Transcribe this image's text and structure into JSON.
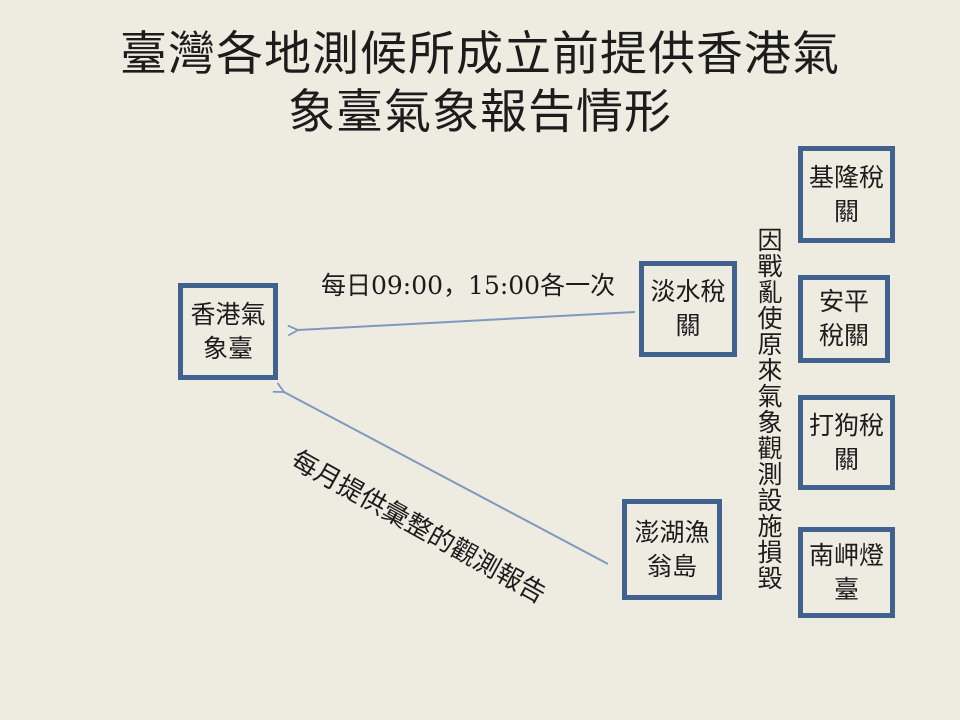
{
  "slide": {
    "title": {
      "line1": "臺灣各地測候所成立前提供香港氣",
      "line2": "象臺氣象報告情形"
    },
    "colors": {
      "background": "#EEEBE1",
      "box_border": "#41618E",
      "arrow": "#7D99BE",
      "text": "#1C1C1C"
    }
  },
  "nodes": {
    "hongkong": {
      "name": "香港氣象臺",
      "line1": "香港氣",
      "line2": "象臺"
    },
    "tamsui": {
      "name": "淡水稅關",
      "line1": "淡水稅",
      "line2": "關"
    },
    "penghu": {
      "name": "澎湖漁翁島",
      "line1": "澎湖漁",
      "line2": "翁島"
    },
    "keelung": {
      "name": "基隆稅關",
      "line1": "基隆稅",
      "line2": "關"
    },
    "anping": {
      "name": "安平稅關",
      "line1": "安平",
      "line2": "稅關"
    },
    "takow": {
      "name": "打狗稅關",
      "line1": "打狗稅",
      "line2": "關"
    },
    "nanjia": {
      "name": "南岬燈臺",
      "line1": "南岬燈",
      "line2": "臺"
    }
  },
  "edges": {
    "tamsui_to_hongkong": {
      "label": "每日09:00，15:00各一次"
    },
    "penghu_to_hongkong": {
      "label": "每月提供彙整的觀測報告"
    }
  },
  "annotations": {
    "war_note": "因戰亂使原來氣象觀測設施損毀"
  }
}
